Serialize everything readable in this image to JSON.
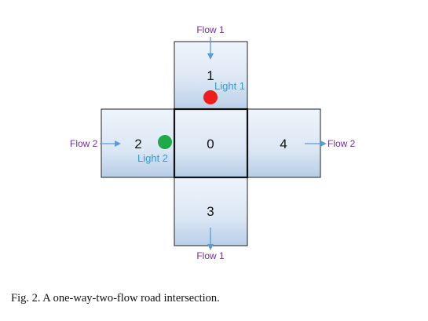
{
  "cells": [
    {
      "id": "1",
      "label": "1"
    },
    {
      "id": "2",
      "label": "2"
    },
    {
      "id": "0",
      "label": "0"
    },
    {
      "id": "4",
      "label": "4"
    },
    {
      "id": "3",
      "label": "3"
    }
  ],
  "flows": {
    "top": "Flow 1",
    "bottom": "Flow 1",
    "left": "Flow 2",
    "right": "Flow 2"
  },
  "lights": {
    "light1": {
      "label": "Light 1",
      "color": "#ee1c1c"
    },
    "light2": {
      "label": "Light 2",
      "color": "#1faa4a"
    }
  },
  "colors": {
    "flow_text": "#7030a0",
    "light_text": "#2a9fd6",
    "arrow": "#5b9bd5",
    "cell_fill_light": "#eef4fb",
    "cell_fill_dark": "#b9cfe8"
  },
  "caption": "Fig. 2.   A one-way-two-flow road intersection."
}
